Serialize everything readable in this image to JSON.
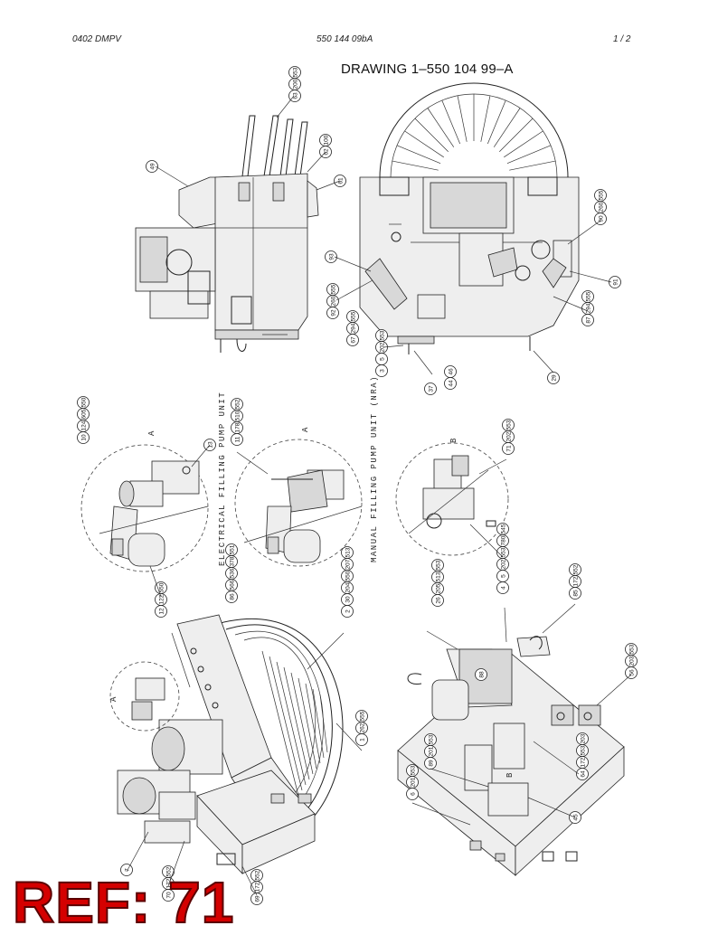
{
  "header": {
    "left": "0402 DMPV",
    "center": "550 144 09bA",
    "right": "1 /  2"
  },
  "drawing_title": "DRAWING 1–550 104 99–A",
  "view_labels": {
    "electrical": "ELECTRICAL FILLING PUMP UNIT",
    "manual": "MANUAL FILLING PUMP UNIT (NRA)",
    "detail_a": "A",
    "detail_b": "B"
  },
  "callouts": {
    "c63": "63 200 553",
    "c49": "49",
    "c62": "62 100",
    "c61": "61",
    "c93": "93",
    "c92": "92 260 555",
    "c67a": "67 294 555",
    "c3": "3 5 202 553",
    "c37": "37",
    "c44": "44 46",
    "c29": "29",
    "c91": "91",
    "c90": "90 260 555",
    "c87": "87 294 555",
    "c10": "10 124 605 550",
    "c13": "13",
    "c11": "11 178 510 552",
    "c71": "71 202 553",
    "c12": "12 122 550",
    "c86": "86 566 536 378 551",
    "c2": "2 30 204 550 207 513",
    "c26": "26 205 513 553",
    "c4": "4 5 202 553 780 545",
    "c85": "85 172 552",
    "c88": "88",
    "c56": "56 203 553",
    "c1": "1 262 555",
    "c64": "64 172 553 203",
    "c89": "89 201 553",
    "c6": "6 201 553",
    "c45": "45",
    "c7": "7",
    "c70": "70 172 552",
    "c69": "69 172 552"
  },
  "ref_stamp": "REF: 71"
}
